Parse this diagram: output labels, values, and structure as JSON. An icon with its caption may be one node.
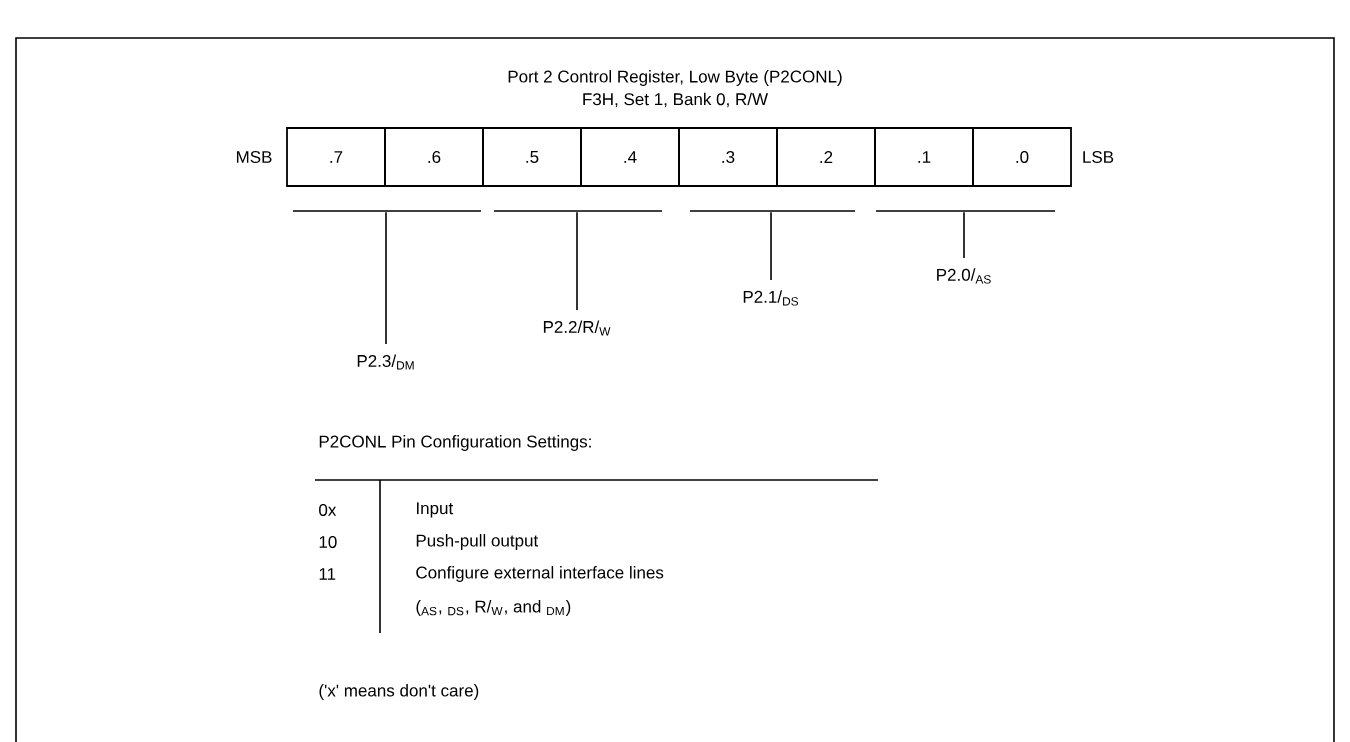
{
  "diagram": {
    "title": "Port 2 Control Register, Low Byte (P2CONL)",
    "nodes": [
      {
        "text": [
          ".7"
        ]
      },
      {
        "text": [
          ".6"
        ]
      },
      {
        "text": [
          ".5"
        ]
      },
      {
        "text": [
          ".4"
        ]
      },
      {
        "text": [
          ".3"
        ]
      },
      {
        "text": [
          ".2"
        ]
      },
      {
        "text": [
          ".1"
        ]
      },
      {
        "text": [
          ".0"
        ]
      },
      {
        "text": [],
        "shape": "bar"
      },
      {
        "text": [],
        "shape": "bar"
      },
      {
        "text": [],
        "shape": "bar"
      },
      {
        "text": [],
        "shape": "bar"
      },
      {
        "text": [
          "P2.3/$_{DM}$"
        ]
      },
      {
        "text": [
          "P2.2/R/$_{W}$"
        ]
      },
      {
        "text": [
          "P2.1/$_{DS}$"
        ]
      },
      {
        "text": [
          "P2.0/$_{AS}$"
        ]
      }
    ],
    "edges": [
      {
        "from": 12,
        "to": 8,
        "arrow": "none"
      },
      {
        "from": 13,
        "to": 9,
        "arrow": "none"
      },
      {
        "from": 14,
        "to": 10,
        "arrow": "none"
      },
      {
        "from": 15,
        "to": 11,
        "arrow": "none"
      }
    ],
    "labels": [
      "F3H, Set 1, Bank 0, R/W",
      "MSB",
      "LSB",
      "P2CONL Pin Configuration Settings:",
      "0x",
      "Input",
      "10",
      "Push-pull output",
      "11",
      "Configure external interface lines",
      "($_{AS}$, $_{DS}$, R/$_{W}$, and $_{DM}$)",
      "('x' means don't care)"
    ]
  }
}
